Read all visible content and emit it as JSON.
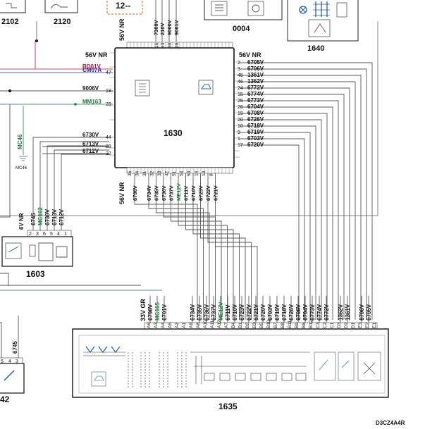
{
  "top": {
    "c2102": "2102",
    "c2120": "2120",
    "c12": "12--",
    "c0004": "0004",
    "c1640": "1640",
    "conn56_top": "56V NR",
    "top_wires": [
      "7309V",
      "210V",
      "9000V",
      "9001V"
    ],
    "top_pins": [
      "16",
      "43",
      "30",
      "29"
    ]
  },
  "ecu": {
    "label": "1630",
    "left_connector": "56V NR",
    "right_connector": "56V NR",
    "bottom_connector": "56V NR",
    "left_wires": [
      {
        "wire": "BD01V",
        "pin": "",
        "color": "#c8102e"
      },
      {
        "wire": "CM07A",
        "pin": "47",
        "color": "#2a2aa8"
      },
      {
        "wire": "9006V",
        "pin": "18",
        "color": "#111"
      },
      {
        "wire": "MM163",
        "pin": "28",
        "color": "#1a7a3a"
      },
      {
        "wire": "6730V",
        "pin": "44",
        "color": "#111"
      },
      {
        "wire": "6713V",
        "pin": "23",
        "color": "#111"
      },
      {
        "wire": "6712V",
        "pin": "22",
        "color": "#111"
      }
    ],
    "right_wires": [
      {
        "pin": "2",
        "wire": "6705V"
      },
      {
        "pin": "3",
        "wire": "6706V"
      },
      {
        "pin": "45",
        "wire": "1361V"
      },
      {
        "pin": "46",
        "wire": "1362V"
      },
      {
        "pin": "24",
        "wire": "6772V"
      },
      {
        "pin": "15",
        "wire": "6774V"
      },
      {
        "pin": "25",
        "wire": "6773V"
      },
      {
        "pin": "26",
        "wire": "6704V"
      },
      {
        "pin": "19",
        "wire": "6708V"
      },
      {
        "pin": "20",
        "wire": "6726V"
      },
      {
        "pin": "10",
        "wire": "6718V"
      },
      {
        "pin": "9",
        "wire": "6719V"
      },
      {
        "pin": "1",
        "wire": "6703V"
      },
      {
        "pin": "17",
        "wire": "6720V"
      }
    ],
    "bottom_pins": [
      "35",
      "34",
      "31",
      "32",
      "33",
      "42",
      "51",
      "54",
      "53",
      "14",
      "13",
      "8"
    ],
    "bottom_wires": [
      {
        "wire": "6798V",
        "color": "#111"
      },
      {
        "wire": "6734V",
        "color": "#111"
      },
      {
        "wire": "6735V",
        "color": "#111"
      },
      {
        "wire": "6736V",
        "color": "#111"
      },
      {
        "wire": "6737V",
        "color": "#111"
      },
      {
        "wire": "ME12V",
        "color": "#1a7a3a"
      },
      {
        "wire": "6711V",
        "color": "#111"
      },
      {
        "wire": "6710V",
        "color": "#111"
      },
      {
        "wire": "6723V",
        "color": "#111"
      },
      {
        "wire": "6722V",
        "color": "#111"
      },
      {
        "wire": "6721V",
        "color": "#111"
      }
    ]
  },
  "left": {
    "mc46_wire": "MC46",
    "mc46_label": "MC46",
    "c1603": "1603",
    "c1603_connector": "6V NR",
    "c1603_wires": [
      {
        "wire": "6745",
        "color": "#111"
      },
      {
        "wire": "MC162",
        "color": "#1a7a3a"
      },
      {
        "wire": "6730V",
        "color": "#111"
      },
      {
        "wire": "6713V",
        "color": "#111"
      },
      {
        "wire": "6712V",
        "color": "#111"
      }
    ],
    "c1603_pins": [
      "2",
      "3",
      "6",
      "5",
      "4",
      "1"
    ],
    "c42": "42",
    "c42_wire": "6745",
    "c42_pins": [
      "5",
      "4",
      "3"
    ]
  },
  "module": {
    "label": "1635",
    "connector": "33V GR",
    "wires": [
      {
        "wire": "6798V",
        "color": "#111"
      },
      {
        "wire": "MC165",
        "color": "#1a7a3a"
      },
      {
        "wire": "6701V",
        "color": "#111"
      },
      {
        "wire": "",
        "color": "#111"
      },
      {
        "wire": "",
        "color": "#111"
      },
      {
        "wire": "",
        "color": "#111"
      },
      {
        "wire": "6734V",
        "color": "#111"
      },
      {
        "wire": "6735V",
        "color": "#111"
      },
      {
        "wire": "6736V",
        "color": "#111"
      },
      {
        "wire": "6737V",
        "color": "#111"
      },
      {
        "wire": "ME12V",
        "color": "#1a7a3a"
      },
      {
        "wire": "6711V",
        "color": "#111"
      },
      {
        "wire": "6710V",
        "color": "#111"
      },
      {
        "wire": "6723V",
        "color": "#111"
      },
      {
        "wire": "6722V",
        "color": "#111"
      },
      {
        "wire": "6721V",
        "color": "#111"
      },
      {
        "wire": "6720V",
        "color": "#111"
      },
      {
        "wire": "6703V",
        "color": "#111"
      },
      {
        "wire": "6719V",
        "color": "#111"
      },
      {
        "wire": "6718V",
        "color": "#111"
      },
      {
        "wire": "6726V",
        "color": "#111"
      },
      {
        "wire": "6708V",
        "color": "#111"
      },
      {
        "wire": "6704V",
        "color": "#111"
      },
      {
        "wire": "6773V",
        "color": "#111"
      },
      {
        "wire": "6774V",
        "color": "#111"
      },
      {
        "wire": "6772V",
        "color": "#111"
      },
      {
        "wire": "",
        "color": "#111"
      },
      {
        "wire": "1362V",
        "color": "#111"
      },
      {
        "wire": "1361V",
        "color": "#111"
      },
      {
        "wire": "",
        "color": "#111"
      },
      {
        "wire": "6706V",
        "color": "#111"
      },
      {
        "wire": "6705V",
        "color": "#111"
      }
    ],
    "pins": [
      "A6",
      "A3",
      "A4",
      "A5",
      "A2",
      "A1",
      "A9",
      "A8",
      "A10",
      "A11",
      "A12",
      "A7",
      "B4",
      "B1",
      "B2",
      "B3",
      "B5",
      "B10",
      "B7",
      "B8",
      "B11",
      "B9",
      "B6",
      "B12",
      "C3",
      "C2",
      "C1",
      "D3",
      "D2",
      "D1",
      "E3",
      "E2",
      "E1"
    ]
  },
  "footer": {
    "code": "D3CZ4A4R"
  }
}
